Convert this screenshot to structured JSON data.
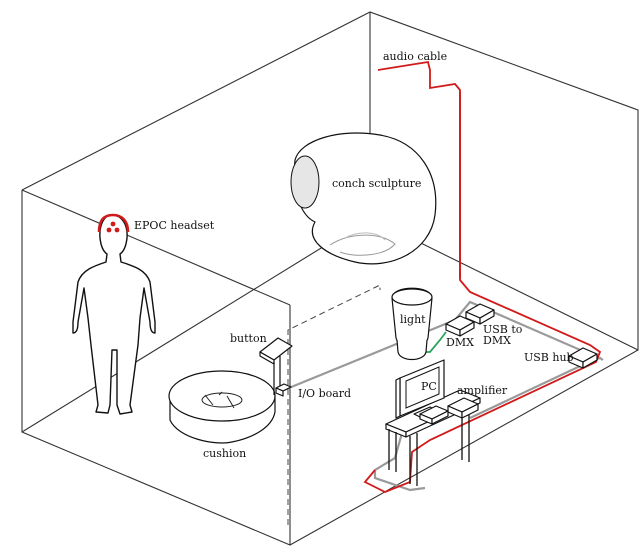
{
  "labels": {
    "audio_cable": "audio cable",
    "conch": "conch sculpture",
    "headset": "EPOC headset",
    "light": "light",
    "usb_dmx_1": "USB to",
    "usb_dmx_2": "DMX",
    "dmx": "DMX",
    "usb_hub": "USB hub",
    "button": "button",
    "io_board": "I/O board",
    "pc": "PC",
    "amplifier": "amplifier",
    "cushion": "cushion"
  },
  "colors": {
    "red_cable": "#d11a1a",
    "grey_cable": "#9a9a9a",
    "green_cable": "#2aa35a",
    "headset_red": "#d11a1a"
  }
}
